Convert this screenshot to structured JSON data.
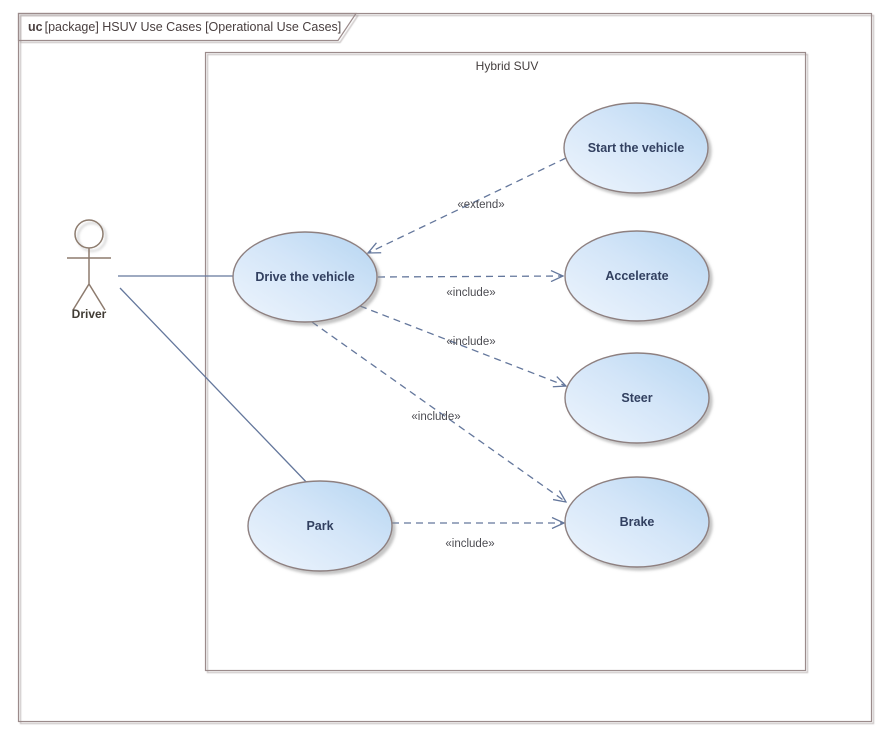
{
  "tab": {
    "keyword": "uc",
    "title": "[package] HSUV Use Cases [Operational Use Cases]"
  },
  "frame": {
    "title": "Hybrid SUV"
  },
  "actor": {
    "name": "Driver"
  },
  "use_cases": {
    "drive": "Drive the vehicle",
    "park": "Park",
    "start": "Start the vehicle",
    "accelerate": "Accelerate",
    "steer": "Steer",
    "brake": "Brake"
  },
  "relationships": [
    {
      "type": "extend",
      "label": "«extend»",
      "from": "Start the vehicle",
      "to": "Drive the vehicle"
    },
    {
      "type": "include",
      "label": "«include»",
      "from": "Drive the vehicle",
      "to": "Accelerate"
    },
    {
      "type": "include",
      "label": "«include»",
      "from": "Drive the vehicle",
      "to": "Steer"
    },
    {
      "type": "include",
      "label": "«include»",
      "from": "Drive the vehicle",
      "to": "Brake"
    },
    {
      "type": "include",
      "label": "«include»",
      "from": "Park",
      "to": "Brake"
    },
    {
      "type": "association",
      "label": "",
      "from": "Driver",
      "to": "Drive the vehicle"
    },
    {
      "type": "association",
      "label": "",
      "from": "Driver",
      "to": "Park"
    }
  ],
  "colors": {
    "ellipse_fill_light": "#ecf4fc",
    "ellipse_fill_dark": "#b7d6f2",
    "ellipse_border": "#8e8080",
    "connector": "#64779c",
    "frame_border": "#9b8b8b",
    "actor_head_fill": "#fcedc8",
    "node_text": "#324060"
  }
}
